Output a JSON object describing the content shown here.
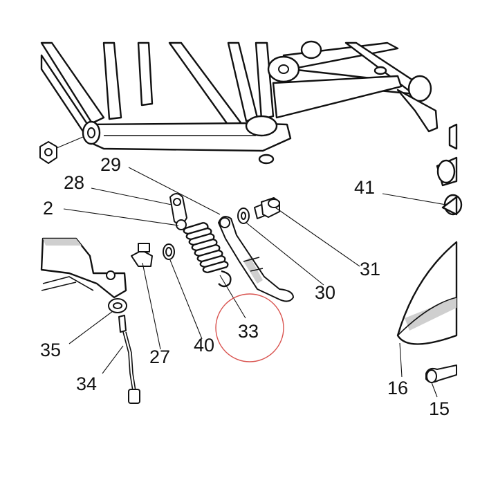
{
  "diagram": {
    "highlight_color": "#d9534f",
    "highlighted_part": "33",
    "callouts": [
      {
        "id": "29",
        "label": "29"
      },
      {
        "id": "28",
        "label": "28"
      },
      {
        "id": "2",
        "label": "2"
      },
      {
        "id": "41",
        "label": "41"
      },
      {
        "id": "31",
        "label": "31"
      },
      {
        "id": "30",
        "label": "30"
      },
      {
        "id": "33",
        "label": "33"
      },
      {
        "id": "40",
        "label": "40"
      },
      {
        "id": "27",
        "label": "27"
      },
      {
        "id": "35",
        "label": "35"
      },
      {
        "id": "34",
        "label": "34"
      },
      {
        "id": "16",
        "label": "16"
      },
      {
        "id": "15",
        "label": "15"
      }
    ]
  }
}
